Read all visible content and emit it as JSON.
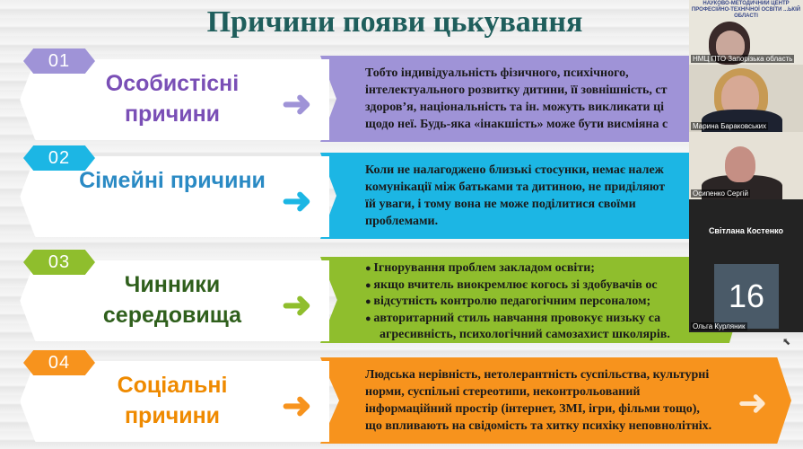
{
  "slide": {
    "title": "Причини появи цькування",
    "rows": [
      {
        "num": "01",
        "label": "Особистісні причини",
        "color": "#9f93d7",
        "label_color": "#7a4fb6",
        "text": [
          "Тобто індивідуальність фізичного, психічного,",
          "інтелектуального розвитку дитини, її зовнішність, ст",
          "здоров’я, національність та ін. можуть викликати ці",
          "щодо неї. Будь-яка «інакшість» може бути висміяна с"
        ]
      },
      {
        "num": "02",
        "label": "Сімейні причини",
        "color": "#1cb6e4",
        "label_color": "#2a8ac4",
        "text": [
          "Коли не налагоджено близькі стосунки, немає належ",
          "комунікації між батьками та дитиною, не приділяют",
          "їй уваги, і тому вона не може поділитися своїми",
          "проблемами."
        ]
      },
      {
        "num": "03",
        "label": "Чинники середовища",
        "color": "#8fbe2d",
        "label_color": "#2f5f1c",
        "text": [
          "Ігнорування проблем закладом освіти;",
          "якщо вчитель виокремлює когось зі здобувачів ос",
          "відсутність контролю педагогічним персоналом;",
          "авторитарний стиль навчання провокує низьку са",
          "агресивність, психологічний самозахист школярів."
        ]
      },
      {
        "num": "04",
        "label": "Соціальні причини",
        "color": "#f7931d",
        "label_color": "#ef8a00",
        "text": [
          "Людська нерівність, нетолерантність суспільства, культурні",
          "норми, суспільні стереотипи, неконтрольований",
          "інформаційний простір (інтернет, ЗМІ, ігри, фільми тощо),",
          "що впливають на свідомість та хитку психіку неповнолітніх."
        ]
      }
    ]
  },
  "video": {
    "participants": [
      {
        "name": "НМЦ ПТО Запорізька область",
        "background_text": "НАУКОВО-МЕТОДИЧНИЙ ЦЕНТР ПРОФЕСІЙНО-ТЕХНІЧНОЇ ОСВІТИ ...ЬКІЙ ОБЛАСТІ"
      },
      {
        "name": "Марина Бараковських"
      },
      {
        "name": "Осипенко Сергій"
      },
      {
        "name": "Ольга Курляник",
        "display_name": "Світлана Костенко",
        "count": "16"
      }
    ]
  }
}
